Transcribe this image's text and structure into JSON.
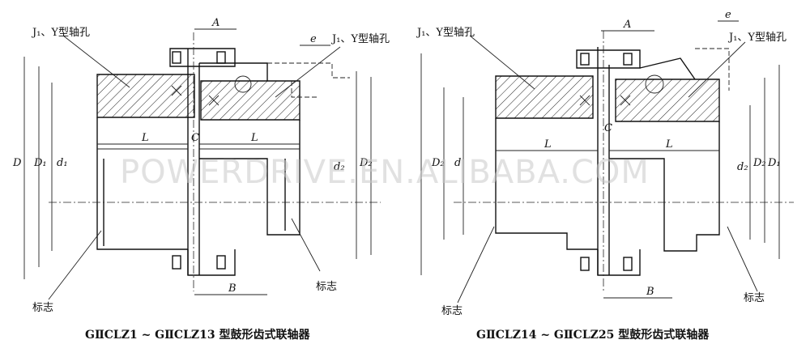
{
  "watermark": "POWERDRIVE.EN.ALIBABA.COM",
  "left": {
    "caption": "GⅡCLZ1 ~ GⅡCLZ13 型鼓形齿式联轴器",
    "labels": {
      "bore_left": "J₁、Y型轴孔",
      "bore_right": "J₁、Y型轴孔",
      "A": "A",
      "e": "e",
      "L_left": "L",
      "C": "C",
      "L_right": "L",
      "D": "D",
      "D1": "D₁",
      "d1": "d₁",
      "d2": "d₂",
      "D2": "D₂",
      "B": "B",
      "mark_left": "标志",
      "mark_right": "标志"
    }
  },
  "right": {
    "caption": "GⅡCLZ14 ~ GⅡCLZ25 型鼓形齿式联轴器",
    "labels": {
      "bore_left": "J₁、Y型轴孔",
      "bore_right": "J₁、Y型轴孔",
      "A": "A",
      "e": "e",
      "C": "C",
      "L_left": "L",
      "L_right": "L",
      "D2_left": "D₂",
      "d": "d",
      "d2": "d₂",
      "D2": "D₂",
      "D1": "D₁",
      "B": "B",
      "mark_left": "标志",
      "mark_right": "标志"
    }
  }
}
